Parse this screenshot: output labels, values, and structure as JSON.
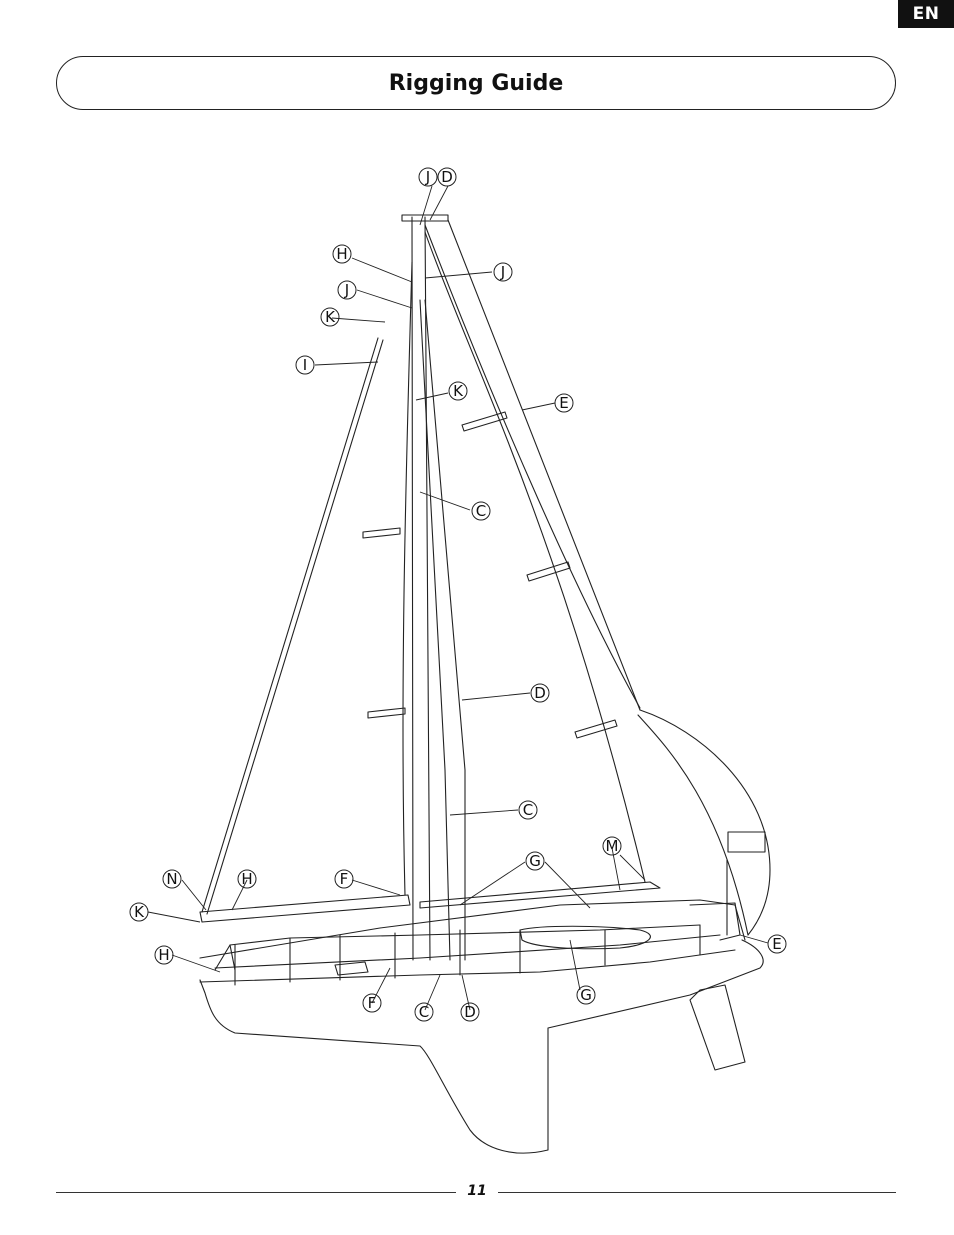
{
  "language_tab": "EN",
  "title": "Rigging Guide",
  "page_number": "11",
  "callouts": [
    {
      "letter": "J"
    },
    {
      "letter": "D"
    },
    {
      "letter": "H"
    },
    {
      "letter": "J"
    },
    {
      "letter": "J"
    },
    {
      "letter": "K"
    },
    {
      "letter": "I"
    },
    {
      "letter": "K"
    },
    {
      "letter": "E"
    },
    {
      "letter": "C"
    },
    {
      "letter": "D"
    },
    {
      "letter": "C"
    },
    {
      "letter": "M"
    },
    {
      "letter": "G"
    },
    {
      "letter": "N"
    },
    {
      "letter": "H"
    },
    {
      "letter": "F"
    },
    {
      "letter": "K"
    },
    {
      "letter": "H"
    },
    {
      "letter": "E"
    },
    {
      "letter": "F"
    },
    {
      "letter": "C"
    },
    {
      "letter": "D"
    },
    {
      "letter": "G"
    }
  ]
}
